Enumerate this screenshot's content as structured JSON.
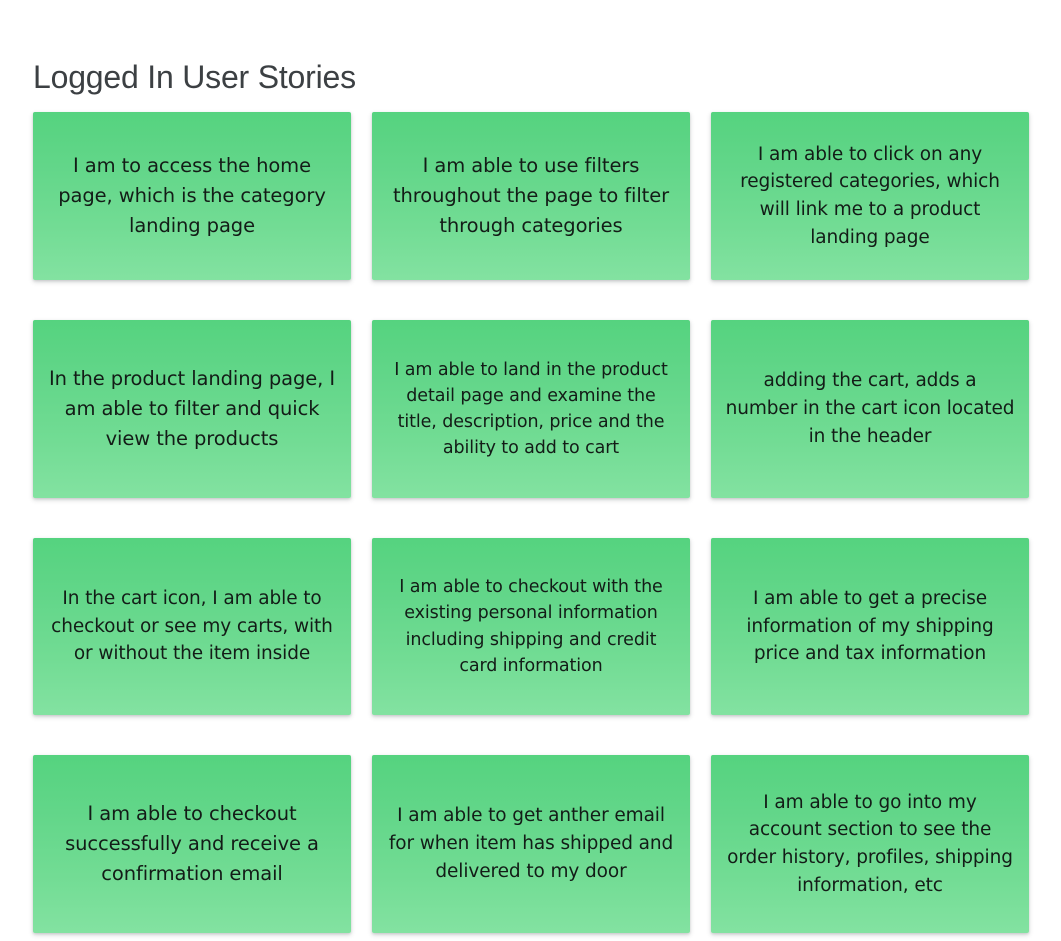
{
  "page": {
    "title": "Logged In User Stories",
    "background_color": "#ffffff",
    "title_color": "#3c4043"
  },
  "board": {
    "card_gradient_top": "#55d37f",
    "card_gradient_bottom": "#83e2a1",
    "card_text_color": "#131c17",
    "columns": 3,
    "rows": 4,
    "card_count": 12,
    "cards": [
      {
        "id": "card-1",
        "row": 1,
        "column": 1,
        "text": "I am to access the home page, which is the category landing page"
      },
      {
        "id": "card-2",
        "row": 1,
        "column": 2,
        "text": "I am able to use filters throughout the page to filter through categories"
      },
      {
        "id": "card-3",
        "row": 1,
        "column": 3,
        "text": "I am able to click on any registered categories, which will link me to a product landing page"
      },
      {
        "id": "card-4",
        "row": 2,
        "column": 1,
        "text": "In the product landing page, I am able to filter and quick view the products"
      },
      {
        "id": "card-5",
        "row": 2,
        "column": 2,
        "text": "I am able to land in the product detail page and examine the title, description, price and the ability to add to cart"
      },
      {
        "id": "card-6",
        "row": 2,
        "column": 3,
        "text": "adding the cart, adds a number in the cart icon located in the header"
      },
      {
        "id": "card-7",
        "row": 3,
        "column": 1,
        "text": "In the cart icon, I am able to checkout or see my carts, with or without the item inside"
      },
      {
        "id": "card-8",
        "row": 3,
        "column": 2,
        "text": "I am able to checkout with the existing personal information including shipping and credit card information"
      },
      {
        "id": "card-9",
        "row": 3,
        "column": 3,
        "text": "I am able to get a precise information of my shipping price and tax information"
      },
      {
        "id": "card-10",
        "row": 4,
        "column": 1,
        "text": "I am able to checkout successfully and receive a confirmation email"
      },
      {
        "id": "card-11",
        "row": 4,
        "column": 2,
        "text": "I am able to get anther email for when item has shipped and delivered to my door"
      },
      {
        "id": "card-12",
        "row": 4,
        "column": 3,
        "text": "I am able to go into my account section to see the order history, profiles, shipping information, etc"
      }
    ]
  }
}
